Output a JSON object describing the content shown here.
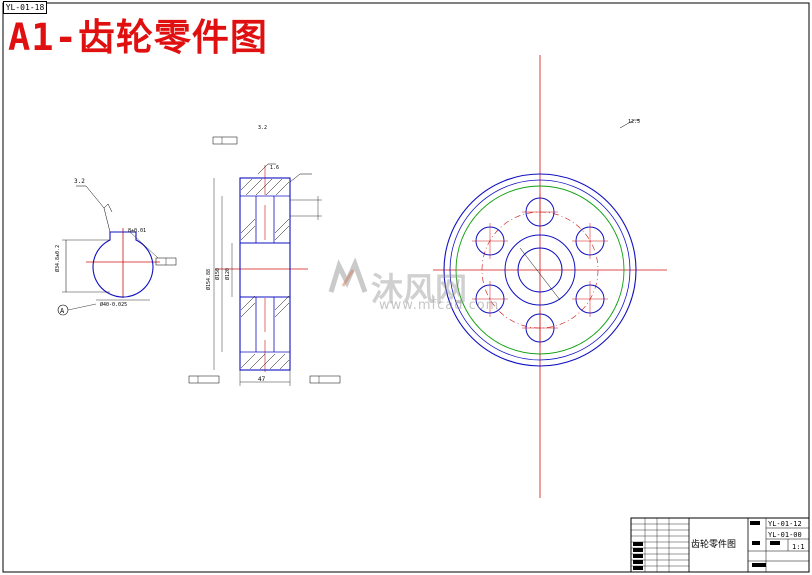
{
  "sheet": {
    "code_tag": "YL-01-18",
    "banner_title": "A1-齿轮零件图",
    "colors": {
      "outline": "#000000",
      "centerline": "#d01010",
      "profile": "#1010c0",
      "pitch_circle": "#10a010",
      "banner": "#e01010"
    }
  },
  "watermark": {
    "name": "沐风网",
    "url": "www.mfcad.com",
    "logo_icon": "mf-logo-icon"
  },
  "views": {
    "shaft_section": {
      "label_A": "A",
      "roughness": "3.2"
    },
    "gear_section": {
      "width_dim": "47",
      "roughness_top": "3.2",
      "roughness_side": "1.6"
    },
    "front_view": {
      "roughness_note": "12.5"
    }
  },
  "title_block": {
    "drawing_name": "齿轮零件图",
    "code_1": "YL-01-12",
    "code_2": "YL-01-00",
    "scale": "1:1"
  }
}
